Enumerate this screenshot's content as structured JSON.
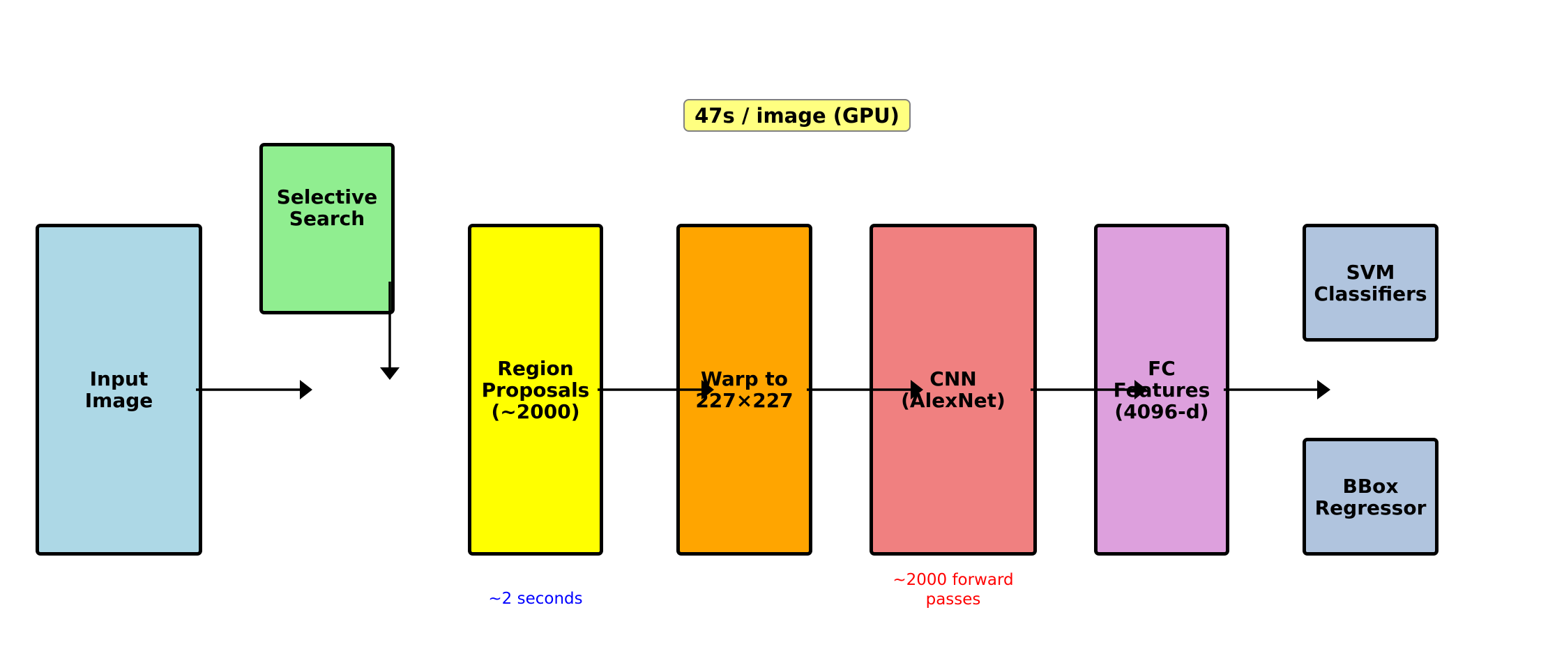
{
  "title_badge": "47s / image (GPU)",
  "nodes": {
    "input": {
      "label": "Input\nImage",
      "color": "#add8e6"
    },
    "selective_search": {
      "label": "Selective\nSearch",
      "color": "#90ee90"
    },
    "region_proposals": {
      "label": "Region\nProposals\n(~2000)",
      "color": "#ffff00"
    },
    "warp": {
      "label": "Warp to\n227×227",
      "color": "#ffa500"
    },
    "cnn": {
      "label": "CNN\n(AlexNet)",
      "color": "#f08080"
    },
    "fc": {
      "label": "FC\nFeatures\n(4096-d)",
      "color": "#dda0dd"
    },
    "svm": {
      "label": "SVM\nClassifiers",
      "color": "#b0c4de"
    },
    "bbox": {
      "label": "BBox\nRegressor",
      "color": "#b0c4de"
    }
  },
  "annotations": {
    "region_time": {
      "text": "~2 seconds",
      "color": "#0000ff"
    },
    "cnn_passes": {
      "text": "~2000 forward\npasses",
      "color": "#ff0000"
    }
  }
}
